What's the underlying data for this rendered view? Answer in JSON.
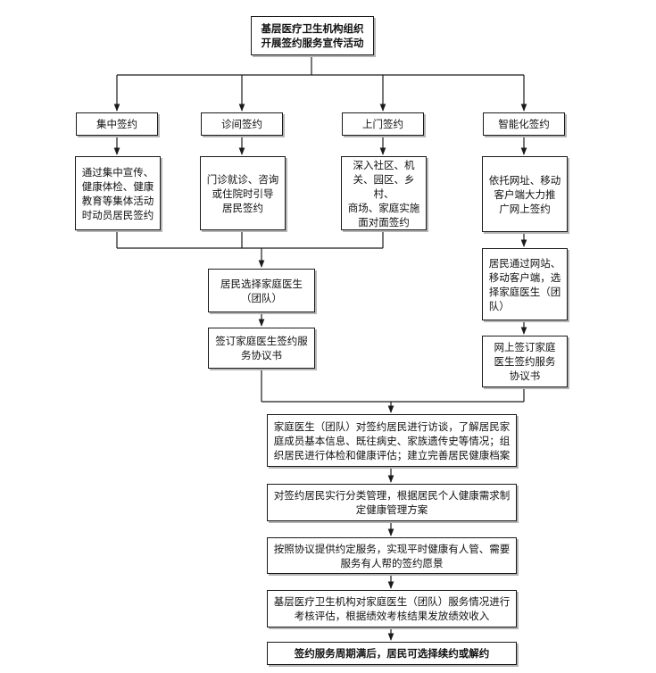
{
  "title": "基层医疗卫生机构组织\n开展签约服务宣传活动",
  "channels": [
    {
      "label": "集中签约",
      "desc": "通过集中宣传、\n健康体检、健康\n教育等集体活动\n时动员居民签约"
    },
    {
      "label": "诊间签约",
      "desc": "门诊就诊、咨询\n或住院时引导\n居民签约"
    },
    {
      "label": "上门签约",
      "desc": "深入社区、机\n关、园区、乡村、\n商场、家庭实施\n面对面签约"
    },
    {
      "label": "智能化签约",
      "desc": "依托网址、移动\n客户端大力推\n广网上签约"
    }
  ],
  "offline_steps": [
    "居民选择家庭医生\n（团队）",
    "签订家庭医生签约服\n务协议书"
  ],
  "online_steps": [
    "居民通过网站、\n移动客户端，选\n择家庭医生（团\n队）",
    "网上签订家庭\n医生签约服务\n协议书"
  ],
  "process_steps": [
    "家庭医生（团队）对签约居民进行访谈，了解居民家\n庭成员基本信息、既往病史、家族遗传史等情况；组\n织居民进行体检和健康评估；建立完善居民健康档案",
    "对签约居民实行分类管理，根据居民个人健康需求制\n定健康管理方案",
    "按照协议提供约定服务，实现平时健康有人管、需要\n服务有人帮的签约愿景",
    "基层医疗卫生机构对家庭医生（团队）服务情况进行\n考核评估，根据绩效考核结果发放绩效收入"
  ],
  "final_step": "签约服务周期满后，居民可选择续约或解约"
}
